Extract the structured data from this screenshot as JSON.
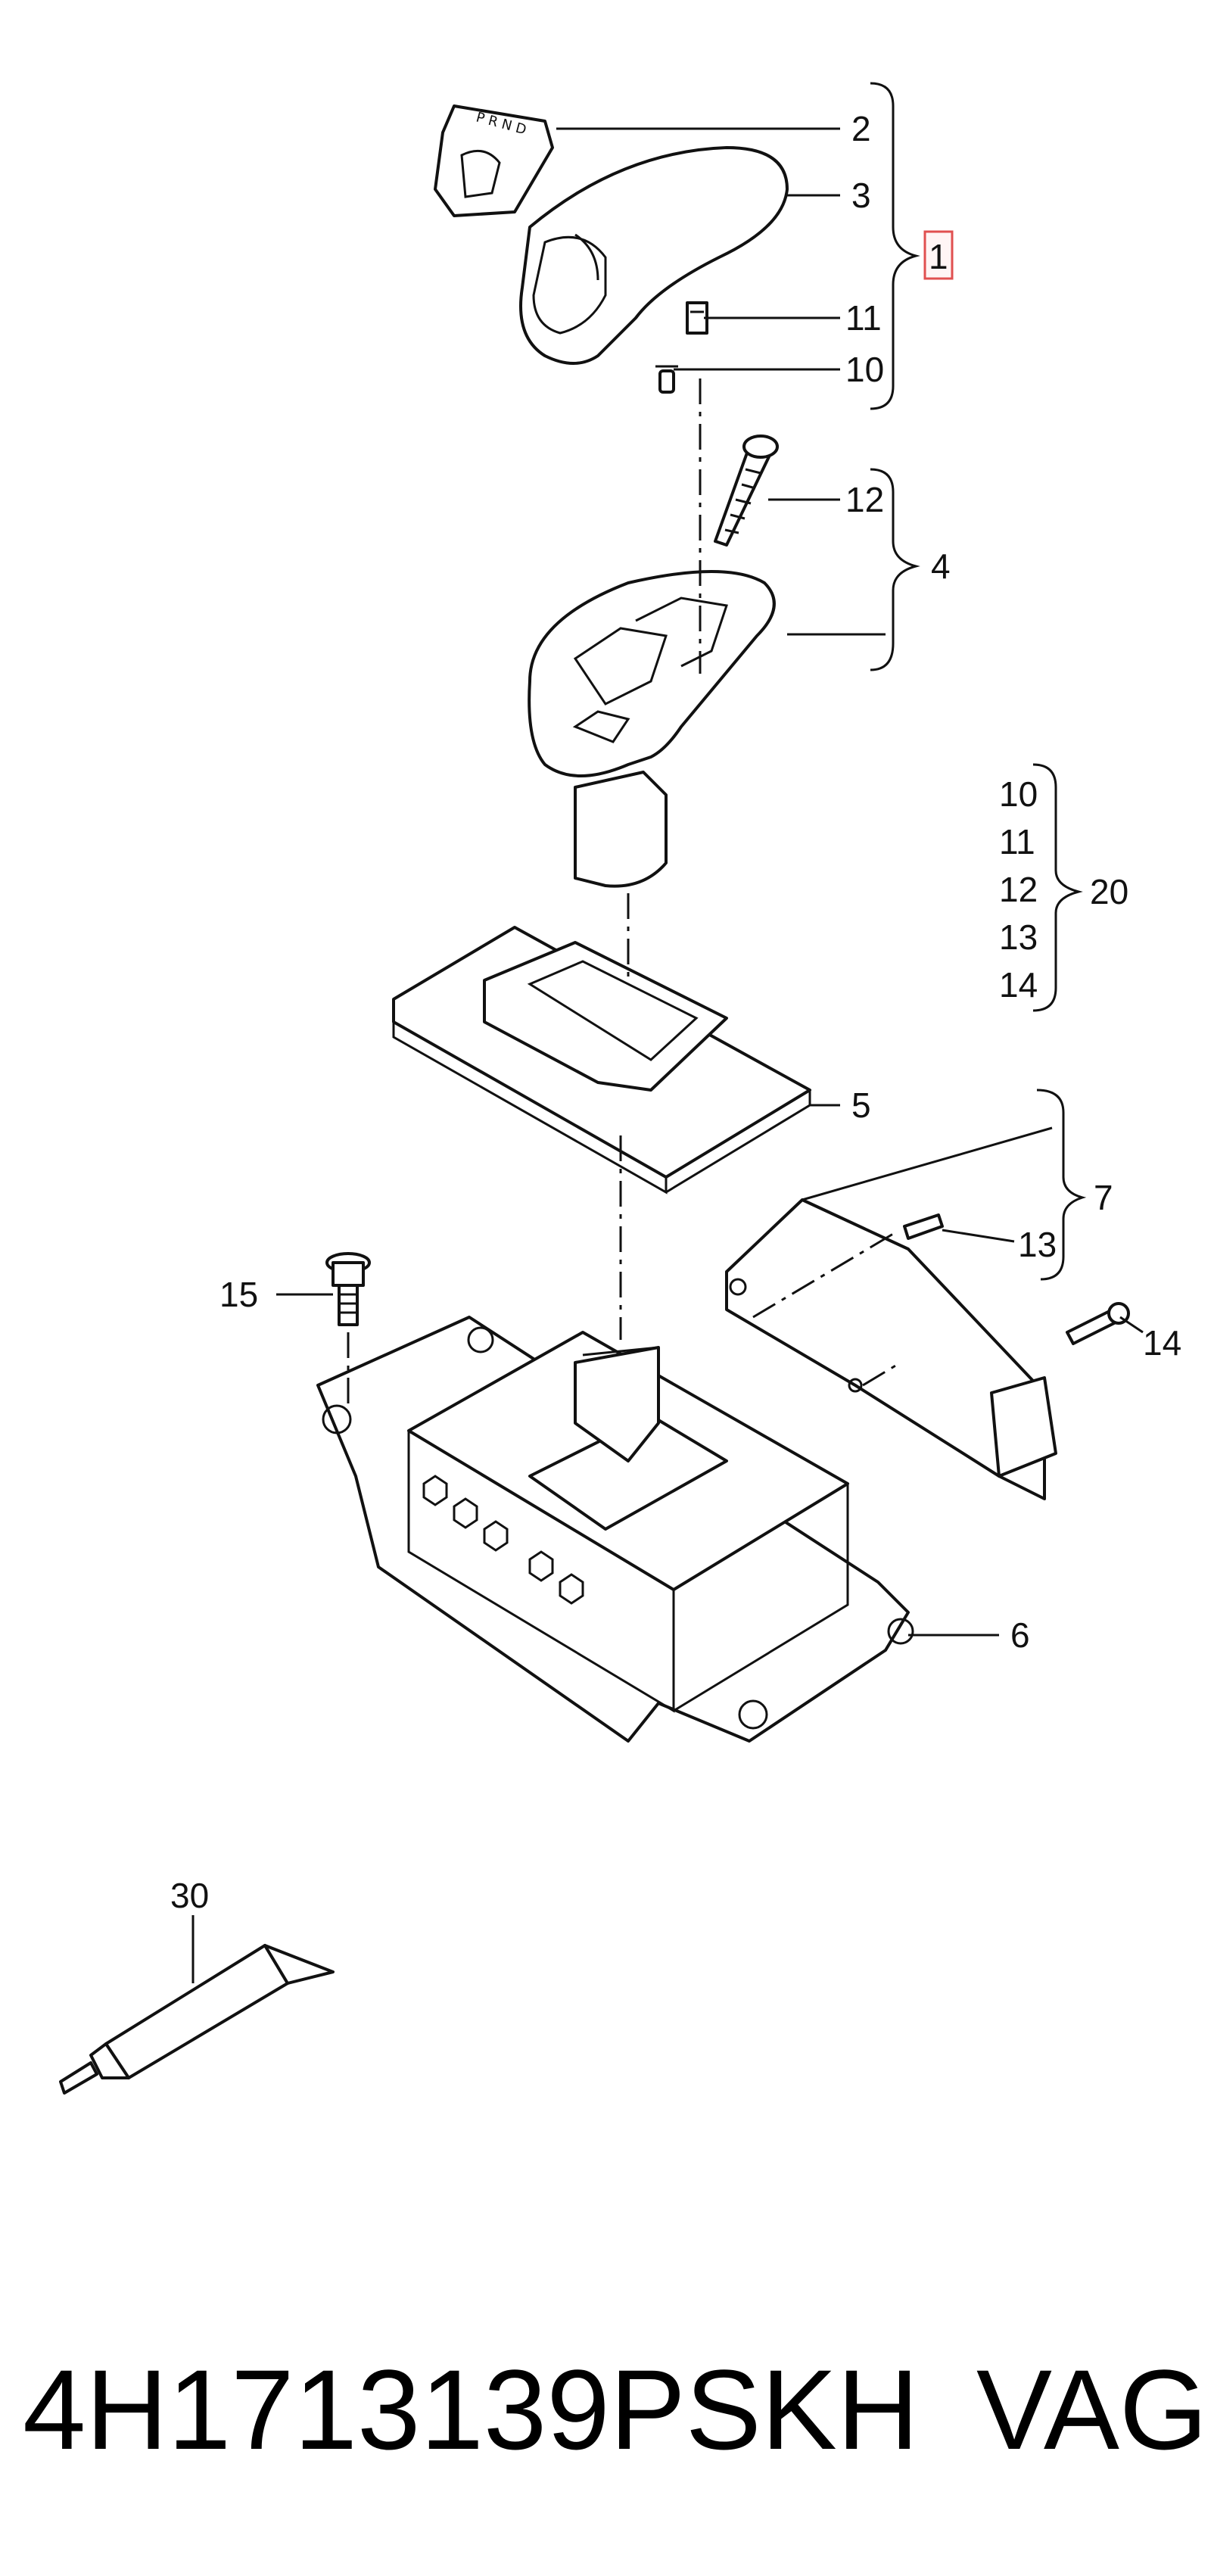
{
  "callouts": {
    "c1": "1",
    "c2": "2",
    "c3": "3",
    "c4": "4",
    "c5": "5",
    "c6": "6",
    "c7": "7",
    "c10": "10",
    "c11": "11",
    "c12": "12",
    "c13": "13",
    "c14": "14",
    "c15": "15",
    "c30": "30",
    "c10b": "10",
    "c11b": "11",
    "c12b": "12",
    "c13b": "13",
    "c14b": "14",
    "c20": "20"
  },
  "footer": {
    "part_number": "4H1713139PSKH",
    "brand": "VAG"
  },
  "colors": {
    "highlight_box": "#e05050",
    "ink": "#111111"
  }
}
